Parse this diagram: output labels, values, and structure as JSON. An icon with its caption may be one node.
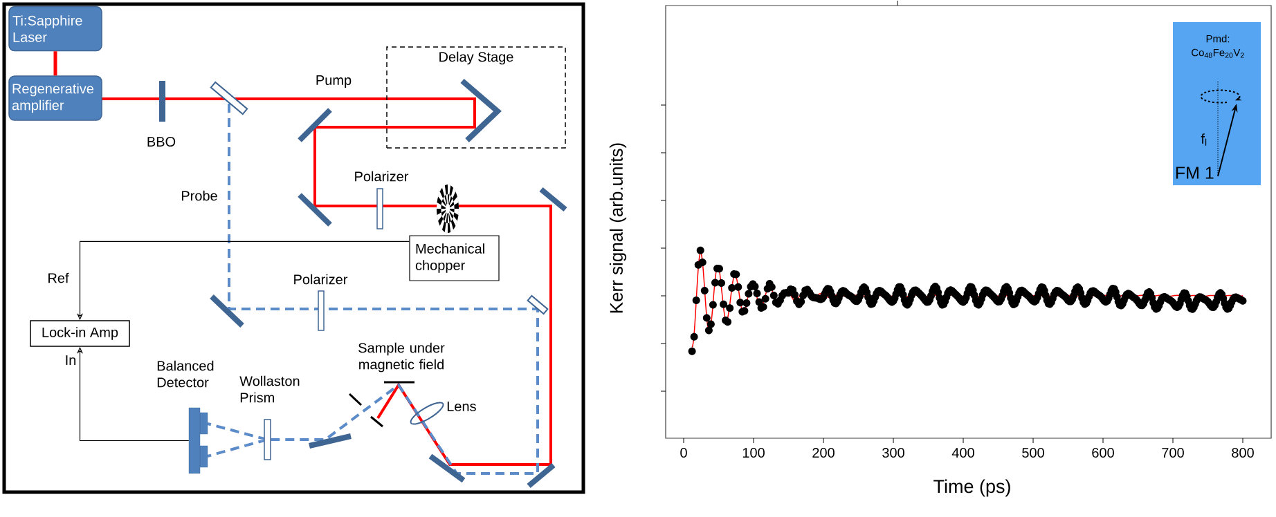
{
  "diagram": {
    "nodes": [
      {
        "text": [
          "Ti:Sapphire Laser"
        ]
      },
      {
        "text": [
          "Regenerative amplifier"
        ]
      },
      {
        "text": [
          "Delay Stage"
        ]
      },
      {
        "text": [
          "Mechanical chopper"
        ]
      },
      {
        "text": [
          "Lock-in Amp"
        ]
      },
      {
        "text": [
          "Balanced Detector"
        ]
      },
      {
        "text": [
          "Pmd: Co$_{48}$Fe$_{20}$V$_{2}$",
          "f$_{l}$",
          "FM 1"
        ]
      }
    ],
    "edges": [
      {
        "from": 0,
        "to": 1,
        "arrow": "none",
        "style": "thick",
        "color": "#ff0000"
      },
      {
        "from": 3,
        "to": 4,
        "arrow": "to",
        "label": "Ref"
      },
      {
        "from": 5,
        "to": 4,
        "arrow": "to",
        "label": "In"
      }
    ],
    "labels": [
      "Pump",
      "BBO",
      "Probe",
      "Polarizer",
      "Polarizer",
      "Sample under magnetic field",
      "Wollaston Prism",
      "Lens",
      "Kerr signal (arb.units)",
      "0",
      "100",
      "200",
      "300",
      "400",
      "500",
      "600",
      "700",
      "800",
      "Time (ps)"
    ]
  }
}
